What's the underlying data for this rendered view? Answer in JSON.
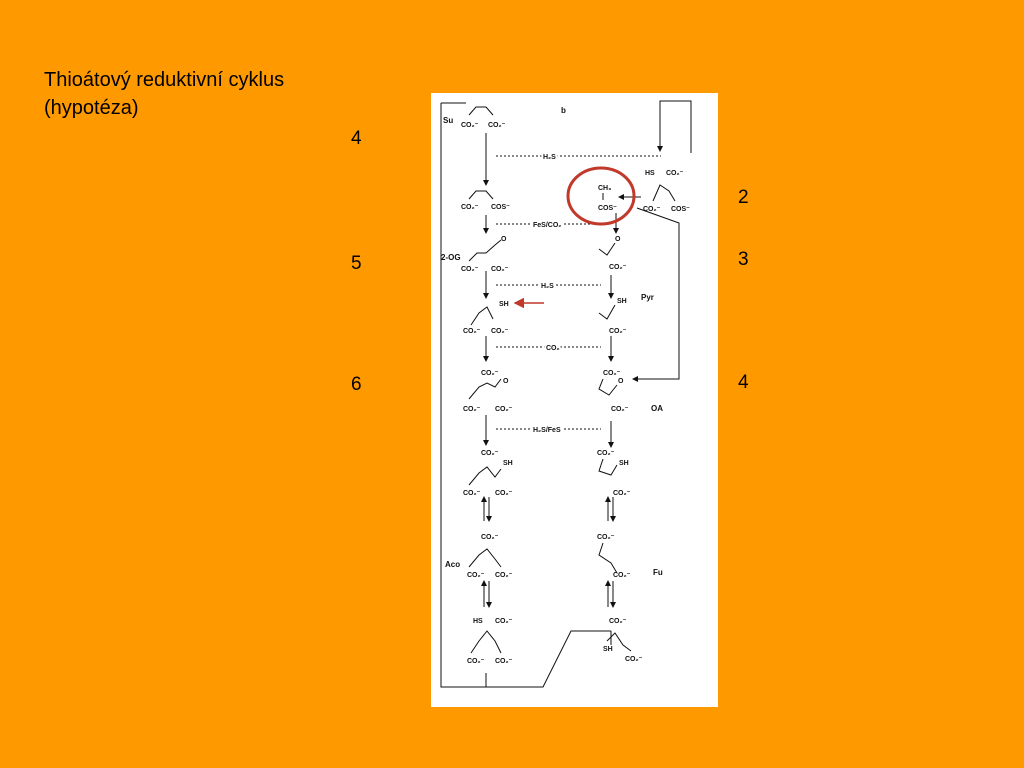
{
  "slide": {
    "title_line1": "Thioátový reduktivní cyklus",
    "title_line2": "(hypotéza)",
    "left_numbers": [
      "4",
      "5",
      "6"
    ],
    "right_numbers": [
      "2",
      "3",
      "4"
    ]
  },
  "diagram": {
    "panel_label": "b",
    "reagents": {
      "h2s_top": "H₂S",
      "fes_co2": "FeS/CO₂",
      "h2s_mid": "H₂S",
      "co2": "CO₂",
      "h2s_fes": "H₂S/FeS"
    },
    "compounds": {
      "su": "Su",
      "og": "2-OG",
      "pyr": "Pyr",
      "oa": "OA",
      "aco": "Aco",
      "fu": "Fu"
    },
    "groups": {
      "co2m": "CO₂⁻",
      "cosm": "COS⁻",
      "sh": "SH",
      "hs": "HS",
      "o": "O",
      "ch3": "CH₃"
    },
    "colors": {
      "highlight": "#C0392B",
      "background": "#FF9900"
    }
  }
}
